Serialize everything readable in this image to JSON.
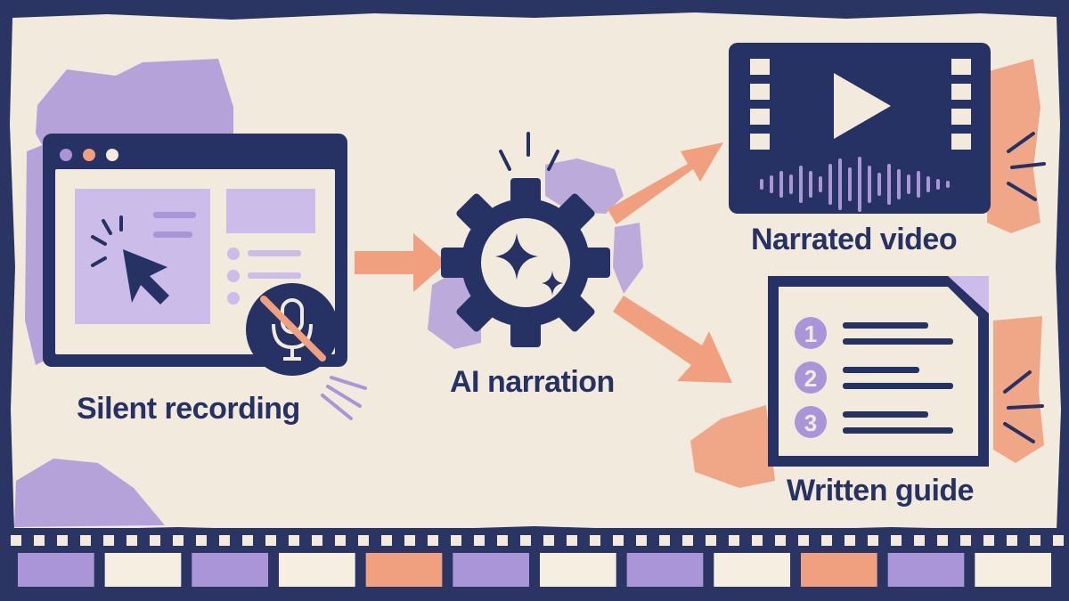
{
  "diagram": {
    "nodes": [
      {
        "id": "silent-recording",
        "label": "Silent recording"
      },
      {
        "id": "ai-narration",
        "label": "AI narration"
      },
      {
        "id": "narrated-video",
        "label": "Narrated video"
      },
      {
        "id": "written-guide",
        "label": "Written guide"
      }
    ],
    "edges": [
      {
        "from": "silent-recording",
        "to": "ai-narration"
      },
      {
        "from": "ai-narration",
        "to": "narrated-video"
      },
      {
        "from": "ai-narration",
        "to": "written-guide"
      }
    ],
    "guide_steps": [
      "1",
      "2",
      "3"
    ]
  },
  "colors": {
    "navy": "#263264",
    "paper": "#f2ebdd",
    "lavender": "#a995d8",
    "orange": "#f0a07e",
    "cream": "#f6efe1"
  },
  "icons": {
    "recording": "browser-window-icon",
    "cursor": "mouse-cursor-icon",
    "muted": "muted-microphone-icon",
    "ai": "gear-sparkle-icon",
    "video": "film-play-icon",
    "guide": "numbered-document-icon"
  },
  "filmstrip": {
    "frame_colors": [
      "lavender",
      "cream",
      "lavender",
      "cream",
      "orange",
      "lavender",
      "cream",
      "lavender",
      "cream",
      "orange",
      "lavender",
      "cream"
    ]
  }
}
